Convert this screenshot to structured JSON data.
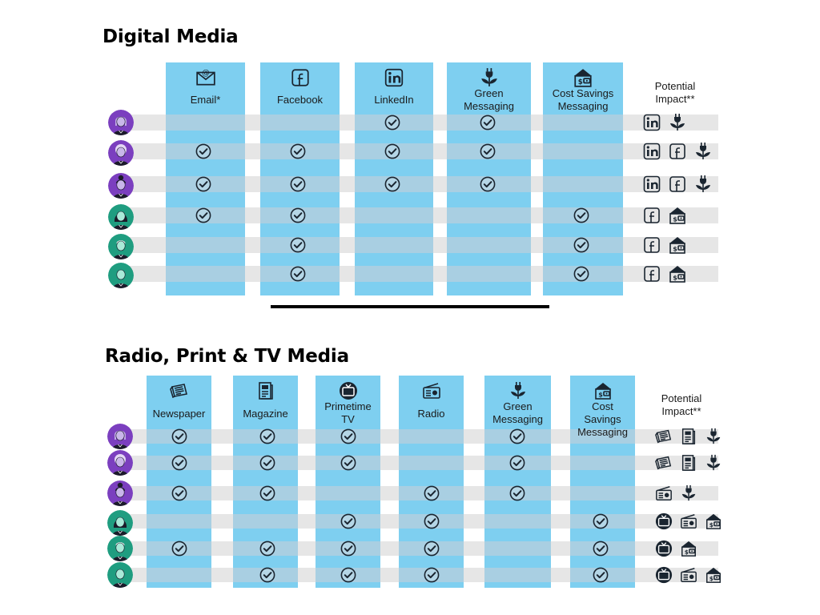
{
  "colors": {
    "column_fill": "#7ecff0",
    "column_band": "#a9cfe2",
    "row_band": "#e6e6e6",
    "icon_dark": "#1a2530",
    "avatar_purple": "#7b3fbf",
    "avatar_green": "#1f9d80"
  },
  "digital": {
    "title": "Digital Media",
    "columns": [
      {
        "label": "Email*",
        "icon": "email-icon"
      },
      {
        "label": "Facebook",
        "icon": "facebook-icon"
      },
      {
        "label": "LinkedIn",
        "icon": "linkedin-icon"
      },
      {
        "label": "Green Messaging",
        "icon": "green-plant-plug-icon"
      },
      {
        "label": "Cost Savings Messaging",
        "icon": "money-house-icon"
      }
    ],
    "potential_label": "Potential Impact**",
    "rows": [
      {
        "persona": "purple-female-avatar",
        "checks": [
          false,
          false,
          true,
          true,
          false
        ],
        "impact": [
          "linkedin-icon",
          "green-plant-plug-icon"
        ]
      },
      {
        "persona": "purple-older-female-avatar",
        "checks": [
          true,
          true,
          true,
          true,
          false
        ],
        "impact": [
          "linkedin-icon",
          "facebook-icon",
          "green-plant-plug-icon"
        ]
      },
      {
        "persona": "purple-bun-female-avatar",
        "checks": [
          true,
          true,
          true,
          true,
          false
        ],
        "impact": [
          "linkedin-icon",
          "facebook-icon",
          "green-plant-plug-icon"
        ]
      },
      {
        "persona": "green-long-hair-avatar",
        "checks": [
          true,
          true,
          false,
          false,
          true
        ],
        "impact": [
          "facebook-icon",
          "money-house-icon"
        ]
      },
      {
        "persona": "green-male-avatar",
        "checks": [
          false,
          true,
          false,
          false,
          true
        ],
        "impact": [
          "facebook-icon",
          "money-house-icon"
        ]
      },
      {
        "persona": "green-bald-avatar",
        "checks": [
          false,
          true,
          false,
          false,
          true
        ],
        "impact": [
          "facebook-icon",
          "money-house-icon"
        ]
      }
    ]
  },
  "traditional": {
    "title": "Radio, Print & TV Media",
    "columns": [
      {
        "label": "Newspaper",
        "icon": "newspaper-icon"
      },
      {
        "label": "Magazine",
        "icon": "magazine-icon"
      },
      {
        "label": "Primetime TV",
        "icon": "tv-icon"
      },
      {
        "label": "Radio",
        "icon": "radio-icon"
      },
      {
        "label": "Green Messaging",
        "icon": "green-plant-plug-icon"
      },
      {
        "label": "Cost Savings Messaging",
        "icon": "money-house-icon"
      }
    ],
    "potential_label": "Potential Impact**",
    "rows": [
      {
        "persona": "purple-female-avatar",
        "checks": [
          true,
          true,
          true,
          false,
          true,
          false
        ],
        "impact": [
          "newspaper-icon",
          "magazine-icon",
          "green-plant-plug-icon"
        ]
      },
      {
        "persona": "purple-older-female-avatar",
        "checks": [
          true,
          true,
          true,
          false,
          true,
          false
        ],
        "impact": [
          "newspaper-icon",
          "magazine-icon",
          "green-plant-plug-icon"
        ]
      },
      {
        "persona": "purple-bun-female-avatar",
        "checks": [
          true,
          true,
          false,
          true,
          true,
          false
        ],
        "impact": [
          "radio-icon",
          "green-plant-plug-icon"
        ]
      },
      {
        "persona": "green-long-hair-avatar",
        "checks": [
          false,
          false,
          true,
          true,
          false,
          true
        ],
        "impact": [
          "tv-icon",
          "radio-icon",
          "money-house-icon"
        ]
      },
      {
        "persona": "green-male-avatar",
        "checks": [
          true,
          true,
          true,
          true,
          false,
          true
        ],
        "impact": [
          "tv-icon",
          "money-house-icon"
        ]
      },
      {
        "persona": "green-bald-avatar",
        "checks": [
          false,
          true,
          true,
          true,
          false,
          true
        ],
        "impact": [
          "tv-icon",
          "radio-icon",
          "money-house-icon"
        ]
      }
    ]
  }
}
